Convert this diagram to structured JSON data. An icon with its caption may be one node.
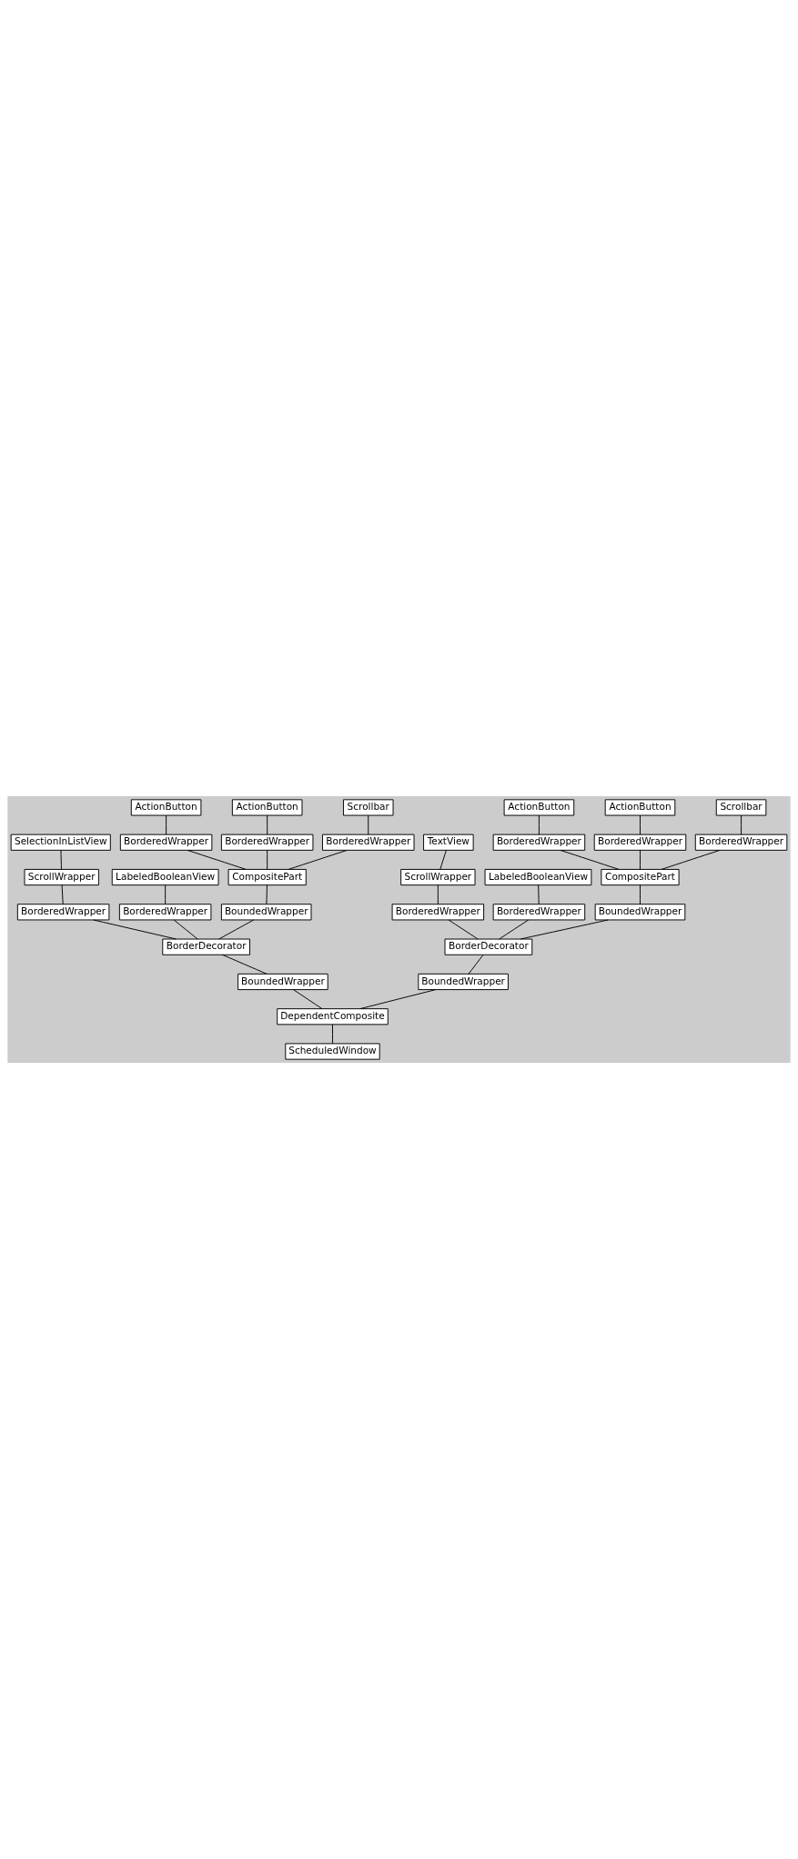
{
  "diagram": {
    "nodes": [
      {
        "text": [
          "ScheduledWindow"
        ]
      },
      {
        "text": [
          "DependentComposite"
        ]
      },
      {
        "text": [
          "BoundedWrapper"
        ]
      },
      {
        "text": [
          "BorderDecorator"
        ]
      },
      {
        "text": [
          "BorderedWrapper"
        ]
      },
      {
        "text": [
          "ScrollWrapper"
        ]
      },
      {
        "text": [
          "SelectionInListView"
        ]
      },
      {
        "text": [
          "BorderedWrapper"
        ]
      },
      {
        "text": [
          "LabeledBooleanView"
        ]
      },
      {
        "text": [
          "BoundedWrapper"
        ]
      },
      {
        "text": [
          "CompositePart"
        ]
      },
      {
        "text": [
          "BorderedWrapper"
        ]
      },
      {
        "text": [
          "ActionButton"
        ]
      },
      {
        "text": [
          "BorderedWrapper"
        ]
      },
      {
        "text": [
          "ActionButton"
        ]
      },
      {
        "text": [
          "BorderedWrapper"
        ]
      },
      {
        "text": [
          "Scrollbar"
        ]
      },
      {
        "text": [
          "BoundedWrapper"
        ]
      },
      {
        "text": [
          "BorderDecorator"
        ]
      },
      {
        "text": [
          "BorderedWrapper"
        ]
      },
      {
        "text": [
          "ScrollWrapper"
        ]
      },
      {
        "text": [
          "TextView"
        ]
      },
      {
        "text": [
          "BorderedWrapper"
        ]
      },
      {
        "text": [
          "LabeledBooleanView"
        ]
      },
      {
        "text": [
          "BoundedWrapper"
        ]
      },
      {
        "text": [
          "CompositePart"
        ]
      },
      {
        "text": [
          "BorderedWrapper"
        ]
      },
      {
        "text": [
          "ActionButton"
        ]
      },
      {
        "text": [
          "BorderedWrapper"
        ]
      },
      {
        "text": [
          "ActionButton"
        ]
      },
      {
        "text": [
          "BorderedWrapper"
        ]
      },
      {
        "text": [
          "Scrollbar"
        ]
      }
    ],
    "edges": [
      {
        "from": 0,
        "to": 1,
        "arrow": "none"
      },
      {
        "from": 1,
        "to": 2,
        "arrow": "none"
      },
      {
        "from": 2,
        "to": 3,
        "arrow": "none"
      },
      {
        "from": 3,
        "to": 4,
        "arrow": "none"
      },
      {
        "from": 4,
        "to": 5,
        "arrow": "none"
      },
      {
        "from": 5,
        "to": 6,
        "arrow": "none"
      },
      {
        "from": 3,
        "to": 7,
        "arrow": "none"
      },
      {
        "from": 7,
        "to": 8,
        "arrow": "none"
      },
      {
        "from": 3,
        "to": 9,
        "arrow": "none"
      },
      {
        "from": 9,
        "to": 10,
        "arrow": "none"
      },
      {
        "from": 10,
        "to": 11,
        "arrow": "none"
      },
      {
        "from": 11,
        "to": 12,
        "arrow": "none"
      },
      {
        "from": 10,
        "to": 13,
        "arrow": "none"
      },
      {
        "from": 13,
        "to": 14,
        "arrow": "none"
      },
      {
        "from": 10,
        "to": 15,
        "arrow": "none"
      },
      {
        "from": 15,
        "to": 16,
        "arrow": "none"
      },
      {
        "from": 1,
        "to": 17,
        "arrow": "none"
      },
      {
        "from": 17,
        "to": 18,
        "arrow": "none"
      },
      {
        "from": 18,
        "to": 19,
        "arrow": "none"
      },
      {
        "from": 19,
        "to": 20,
        "arrow": "none"
      },
      {
        "from": 20,
        "to": 21,
        "arrow": "none"
      },
      {
        "from": 18,
        "to": 22,
        "arrow": "none"
      },
      {
        "from": 22,
        "to": 23,
        "arrow": "none"
      },
      {
        "from": 18,
        "to": 24,
        "arrow": "none"
      },
      {
        "from": 24,
        "to": 25,
        "arrow": "none"
      },
      {
        "from": 25,
        "to": 26,
        "arrow": "none"
      },
      {
        "from": 26,
        "to": 27,
        "arrow": "none"
      },
      {
        "from": 25,
        "to": 28,
        "arrow": "none"
      },
      {
        "from": 28,
        "to": 29,
        "arrow": "none"
      },
      {
        "from": 25,
        "to": 30,
        "arrow": "none"
      },
      {
        "from": 30,
        "to": 31,
        "arrow": "none"
      }
    ]
  }
}
